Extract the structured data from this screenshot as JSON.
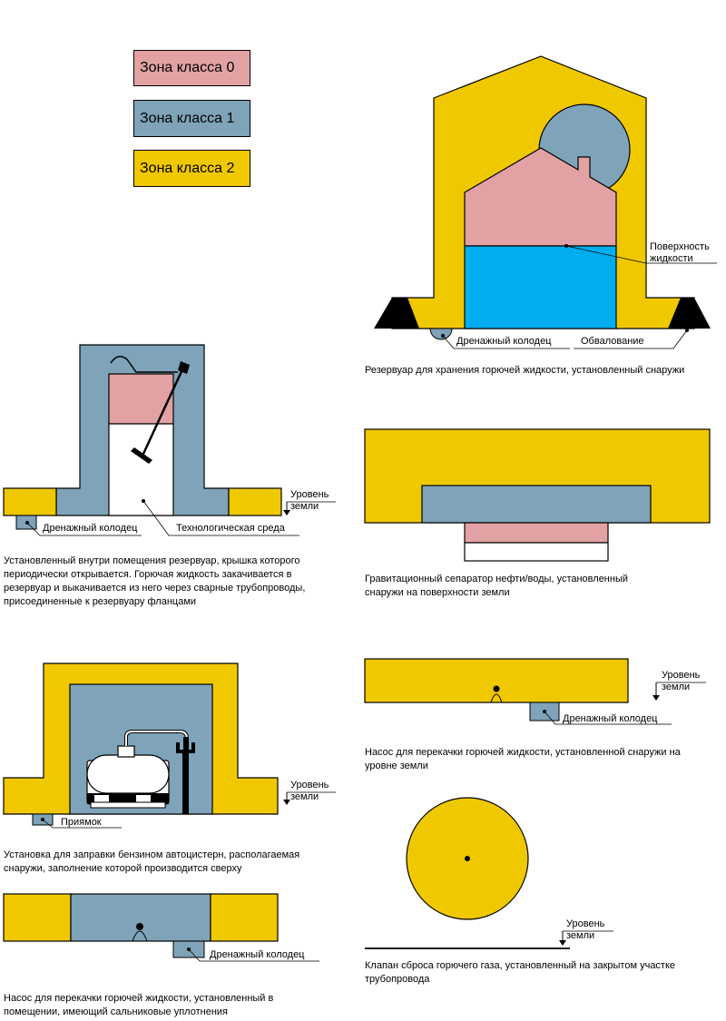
{
  "legend": {
    "zone0": {
      "label": "Зона класса 0",
      "color": "#e2a2a3"
    },
    "zone1": {
      "label": "Зона класса 1",
      "color": "#7fa3b9"
    },
    "zone2": {
      "label": "Зона класса 2",
      "color": "#f0c800"
    }
  },
  "colors": {
    "liquid": "#00aeef",
    "zone0": "#e2a2a3",
    "zone1": "#7fa3b9",
    "zone2": "#f0c800"
  },
  "tank_outdoor": {
    "label_surface": "Поверхность жидкости",
    "label_drain": "Дренажный колодец",
    "label_bund": "Обвалование",
    "caption": "Резервуар для хранения горючей жидкости, установленный снаружи"
  },
  "tank_indoor": {
    "label_ground": "Уровень земли",
    "label_drain": "Дренажный колодец",
    "label_process": "Технологическая среда",
    "caption": "Установленный внутри помещения резервуар, крышка которого периодически открывается. Горючая жидкость закачивается в резервуар и выкачивается из него через сварные трубопроводы, присоединенные к резервуару фланцами"
  },
  "separator": {
    "caption": "Гравитационный сепаратор нефти/воды, установленный снаружи на поверхности земли"
  },
  "tanker_filling": {
    "label_ground": "Уровень земли",
    "label_pit": "Приямок",
    "caption": "Установка для заправки бензином автоцистерн, располагаемая снаружи, заполнение которой производится сверху"
  },
  "pump_outdoor": {
    "label_ground": "Уровень земли",
    "label_drain": "Дренажный колодец",
    "caption": "Насос для перекачки горючей жидкости, установленной снаружи на уровне земли"
  },
  "pump_indoor": {
    "label_drain": "Дренажный колодец",
    "caption": "Насос для перекачки горючей жидкости, установленный в помещении, имеющий сальниковые уплотнения"
  },
  "relief_valve": {
    "label_ground": "Уровень земли",
    "caption": "Клапан сброса горючего газа, установленный на закрытом участке трубопровода"
  }
}
